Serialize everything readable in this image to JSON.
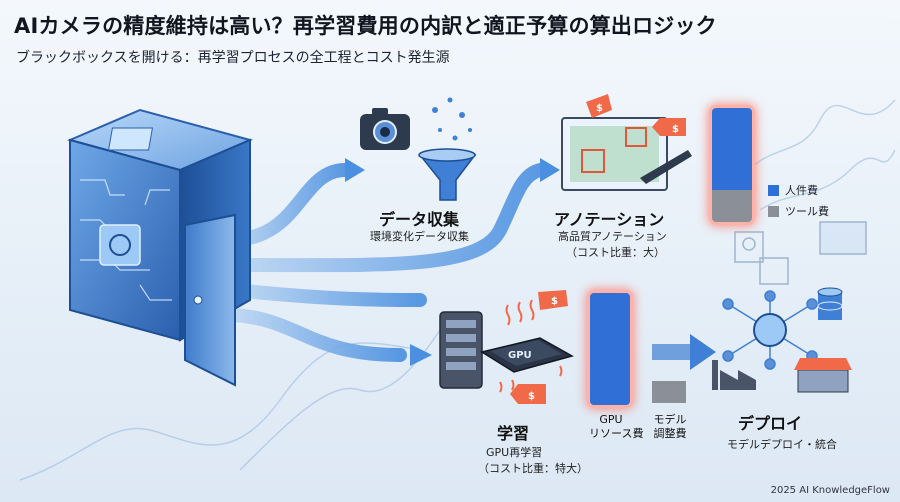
{
  "header": {
    "title": "AIカメラの精度維持は高い？再学習費用の内訳と適正予算の算出ロジック",
    "subtitle": "ブラックボックスを開ける：再学習プロセスの全工程とコスト発生源"
  },
  "stages": {
    "data_collection": {
      "title": "データ収集",
      "desc": "環境変化データ収集"
    },
    "annotation": {
      "title": "アノテーション",
      "desc_line1": "高品質アノテーション",
      "desc_line2": "（コスト比重：大）"
    },
    "training": {
      "title": "学習",
      "desc_line1": "GPU再学習",
      "desc_line2": "（コスト比重：特大）"
    },
    "deploy": {
      "title": "デプロイ",
      "desc": "モデルデプロイ・統合"
    }
  },
  "annotation_cost": {
    "legend": [
      {
        "label": "人件費",
        "color": "#2f6fd6"
      },
      {
        "label": "ツール費",
        "color": "#8a8f98"
      }
    ],
    "labor_share": 0.72,
    "tool_share": 0.28
  },
  "training_cost": {
    "gpu_label_1": "GPU",
    "gpu_label_2": "リソース費",
    "model_label_1": "モデル",
    "model_label_2": "調整費",
    "gpu_color": "#2f6fd6",
    "model_color": "#8a8f98"
  },
  "icons": {
    "chip_text": "GPU",
    "price_tag_symbol": "$"
  },
  "footer": {
    "credit": "2025 AI KnowledgeFlow"
  }
}
